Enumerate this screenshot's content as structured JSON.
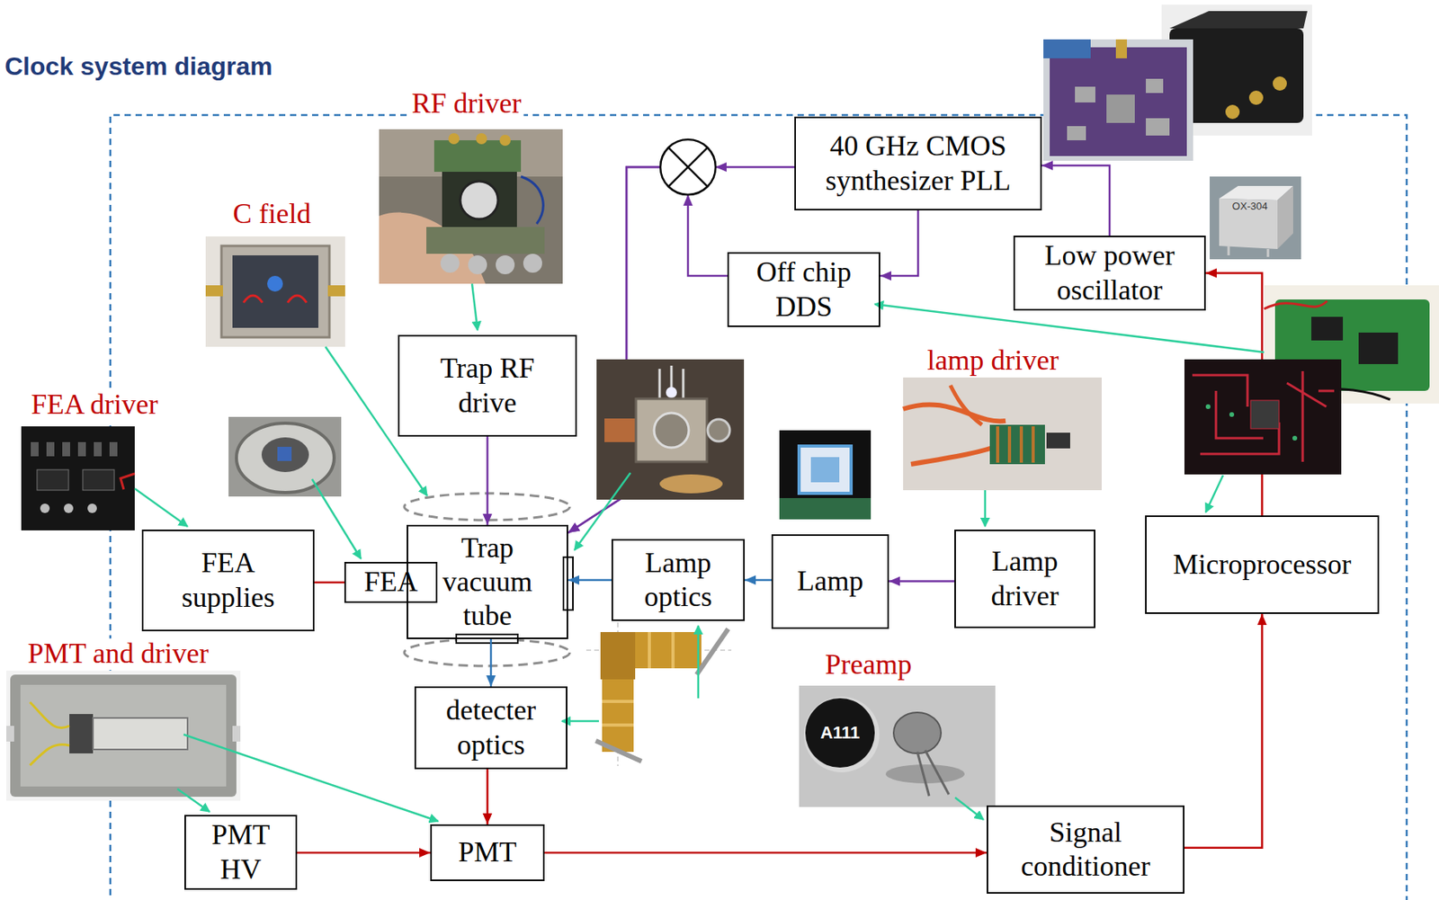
{
  "diagram": {
    "title": "Clock system diagram",
    "nodes": [
      {
        "text": [
          "40 GHz CMOS synthesizer PLL"
        ]
      },
      {
        "text": [
          "Off chip DDS"
        ]
      },
      {
        "text": [
          "Low power oscillator"
        ]
      },
      {
        "text": [
          "Trap RF drive"
        ]
      },
      {
        "text": [
          "FEA supplies"
        ]
      },
      {
        "text": [
          "FEA"
        ]
      },
      {
        "text": [
          "Trap vacuum tube"
        ]
      },
      {
        "text": [
          "Lamp optics"
        ]
      },
      {
        "text": [
          "Lamp"
        ]
      },
      {
        "text": [
          "Lamp driver"
        ]
      },
      {
        "text": [
          "Microprocessor"
        ]
      },
      {
        "text": [
          "detecter optics"
        ]
      },
      {
        "text": [
          "PMT HV"
        ]
      },
      {
        "text": [
          "PMT"
        ]
      },
      {
        "text": [
          "Signal conditioner"
        ]
      }
    ],
    "edges": [
      {
        "from": 0,
        "to": 6,
        "arrow": "to"
      },
      {
        "from": 1,
        "to": 6,
        "arrow": "to"
      },
      {
        "from": 2,
        "to": 0,
        "arrow": "to"
      },
      {
        "from": 0,
        "to": 1,
        "arrow": "to"
      },
      {
        "from": 3,
        "to": 6,
        "arrow": "to"
      },
      {
        "from": 4,
        "to": 5,
        "arrow": "none"
      },
      {
        "from": 9,
        "to": 8,
        "arrow": "to"
      },
      {
        "from": 8,
        "to": 7,
        "arrow": "to"
      },
      {
        "from": 7,
        "to": 6,
        "arrow": "to"
      },
      {
        "from": 6,
        "to": 11,
        "arrow": "to"
      },
      {
        "from": 11,
        "to": 13,
        "arrow": "to"
      },
      {
        "from": 12,
        "to": 13,
        "arrow": "to"
      },
      {
        "from": 13,
        "to": 14,
        "arrow": "to"
      },
      {
        "from": 14,
        "to": 10,
        "arrow": "to"
      },
      {
        "from": 10,
        "to": 2,
        "arrow": "to"
      }
    ],
    "labels": [
      "RF driver",
      "C field",
      "FEA driver",
      "lamp driver",
      "PMT and driver",
      "Preamp",
      "OX-304",
      "A111"
    ]
  }
}
